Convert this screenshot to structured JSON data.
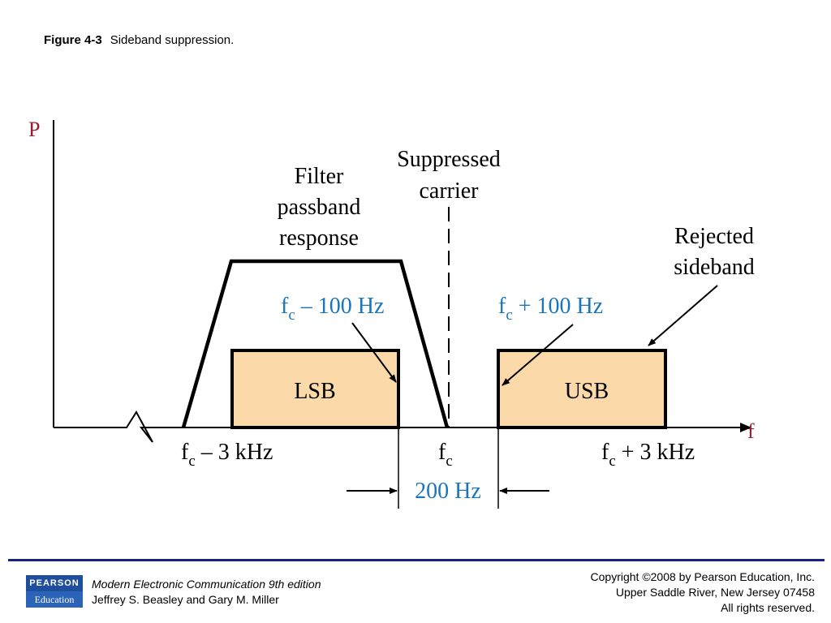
{
  "caption": {
    "label": "Figure 4-3",
    "text": "Sideband suppression."
  },
  "diagram": {
    "axis_y_label": "P",
    "axis_x_label": "f",
    "filter_label_line1": "Filter",
    "filter_label_line2": "passband",
    "filter_label_line3": "response",
    "carrier_label_line1": "Suppressed",
    "carrier_label_line2": "carrier",
    "rejected_label_line1": "Rejected",
    "rejected_label_line2": "sideband",
    "lsb_label": "LSB",
    "usb_label": "USB",
    "lower_edge_main": "f",
    "lower_edge_sub": "c",
    "lower_edge_rest": " – 100 Hz",
    "upper_edge_main": "f",
    "upper_edge_sub": "c",
    "upper_edge_rest": " + 100 Hz",
    "tick_left_main": "f",
    "tick_left_sub": "c",
    "tick_left_rest": " – 3 kHz",
    "tick_center_main": "f",
    "tick_center_sub": "c",
    "tick_right_main": "f",
    "tick_right_sub": "c",
    "tick_right_rest": " + 3 kHz",
    "gap_label": "200 Hz",
    "colors": {
      "sideband_fill": "#fcd9a8",
      "blue_text": "#1b75bb",
      "axis_label": "#9b1b30"
    }
  },
  "footer": {
    "logo_top": "PEARSON",
    "logo_bottom": "Education",
    "book_title": "Modern Electronic Communication 9th edition",
    "book_authors": "Jeffrey S. Beasley and Gary M. Miller",
    "copyright_line1": "Copyright ©2008 by Pearson Education, Inc.",
    "copyright_line2": "Upper Saddle River, New Jersey 07458",
    "copyright_line3": "All rights reserved."
  }
}
